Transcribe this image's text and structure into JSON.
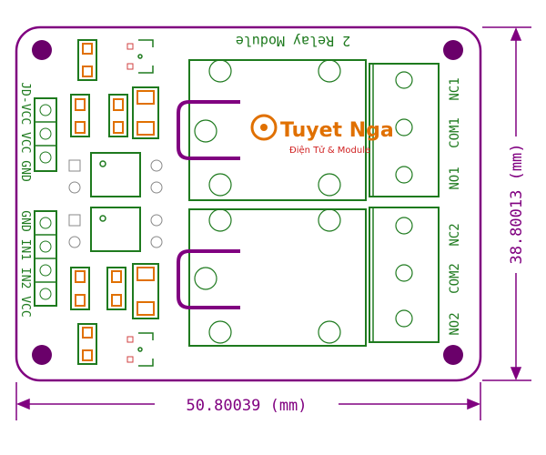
{
  "board": {
    "title": "2 Relay Module",
    "header_top": "JD-VCC VCC GND",
    "header_bottom": "GND IN1 IN2 VCC",
    "terminal_1": {
      "nc": "NC1",
      "com": "COM1",
      "no": "NO1"
    },
    "terminal_2": {
      "nc": "NC2",
      "com": "COM2",
      "no": "NO2"
    }
  },
  "dimensions": {
    "width_label": "50.80039 (mm)",
    "height_label": "38.80013 (mm)"
  },
  "watermark": {
    "brand": "Tuyet Nga",
    "tagline": "Điện Tử & Module"
  },
  "colors": {
    "outline": "#800080",
    "silkscreen": "#1e7a1e",
    "pads": "#e07000",
    "hole": "#6a006a"
  }
}
